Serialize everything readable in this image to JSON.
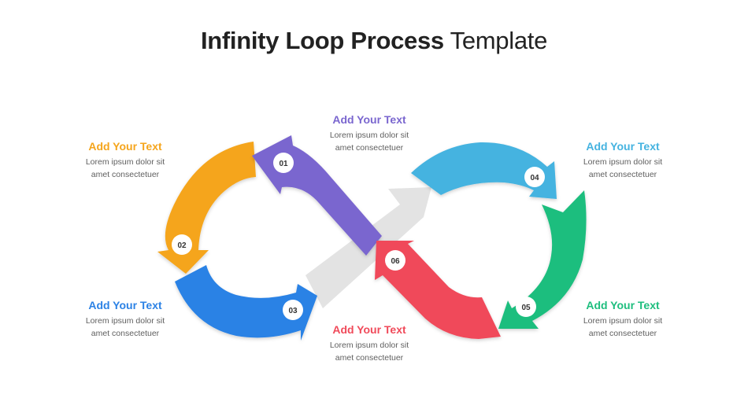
{
  "title": {
    "bold": "Infinity Loop Process",
    "light": "Template"
  },
  "colors": {
    "step1": "#7A66CF",
    "step2": "#F5A51C",
    "step3": "#2C82E5",
    "step4": "#45B3E0",
    "step5": "#1EBE7E",
    "step6": "#F04A5A",
    "center_arrow": "#E3E3E3"
  },
  "steps": [
    {
      "number": "01",
      "heading": "Add Your Text",
      "body_line1": "Lorem ipsum dolor sit",
      "body_line2": "amet consectetuer"
    },
    {
      "number": "02",
      "heading": "Add Your Text",
      "body_line1": "Lorem ipsum dolor sit",
      "body_line2": "amet consectetuer"
    },
    {
      "number": "03",
      "heading": "Add Your Text",
      "body_line1": "Lorem ipsum dolor sit",
      "body_line2": "amet consectetuer"
    },
    {
      "number": "04",
      "heading": "Add Your Text",
      "body_line1": "Lorem ipsum dolor sit",
      "body_line2": "amet consectetuer"
    },
    {
      "number": "05",
      "heading": "Add Your Text",
      "body_line1": "Lorem ipsum dolor sit",
      "body_line2": "amet consectetuer"
    },
    {
      "number": "06",
      "heading": "Add Your Text",
      "body_line1": "Lorem ipsum dolor sit",
      "body_line2": "amet consectetuer"
    }
  ]
}
